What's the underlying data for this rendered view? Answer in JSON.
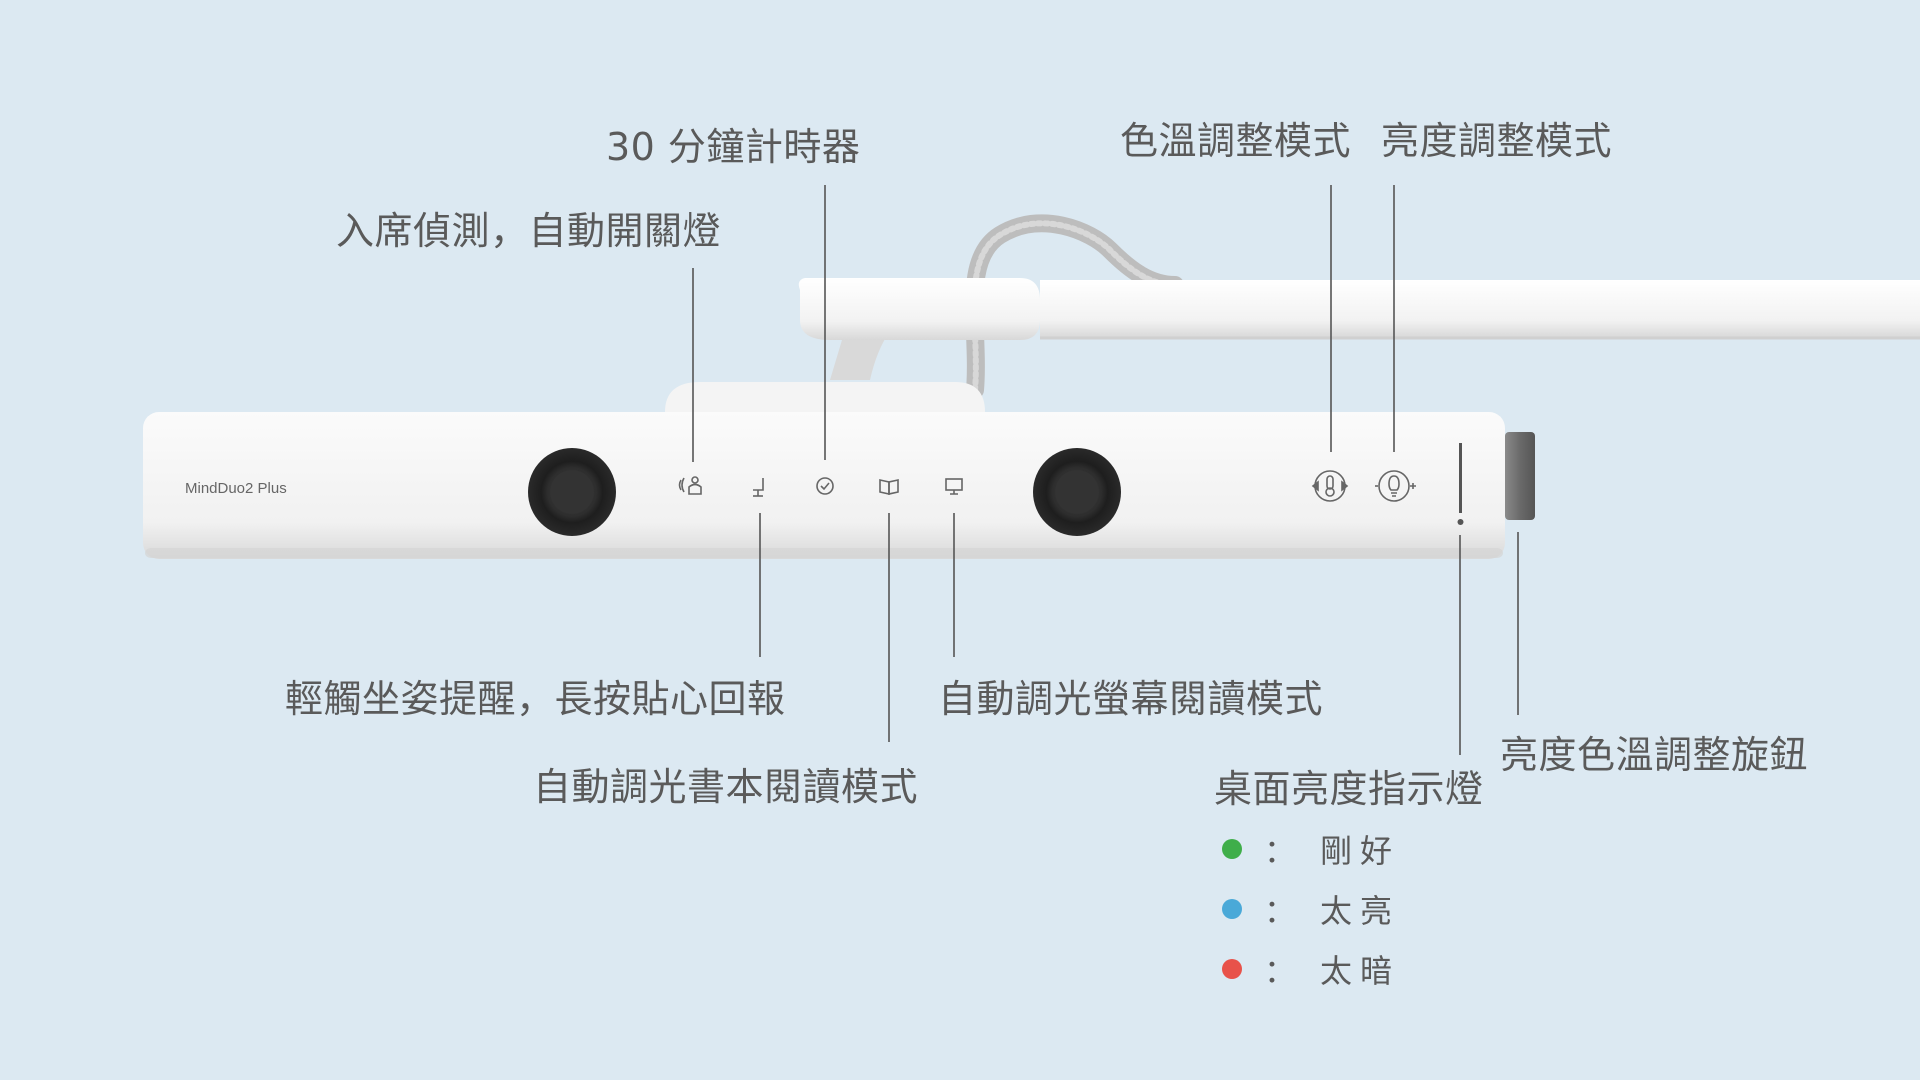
{
  "brand": "MindDuo2 Plus",
  "labels": {
    "timer": "30 分鐘計時器",
    "presence": "入席偵測，自動開關燈",
    "color_temp_mode": "色溫調整模式",
    "brightness_mode": "亮度調整模式",
    "posture": "輕觸坐姿提醒，長按貼心回報",
    "screen_mode": "自動調光螢幕閱讀模式",
    "book_mode": "自動調光書本閱讀模式",
    "indicator": "桌面亮度指示燈",
    "knob": "亮度色溫調整旋鈕"
  },
  "legend": [
    {
      "color": "#3fae4a",
      "colon": "：",
      "text": "剛好"
    },
    {
      "color": "#4aa9d8",
      "colon": "：",
      "text": "太亮"
    },
    {
      "color": "#e8524a",
      "colon": "：",
      "text": "太暗"
    }
  ],
  "icons": {
    "presence": "presence-sensor-icon",
    "posture": "chair-posture-icon",
    "timer": "timer-clock-icon",
    "book": "open-book-icon",
    "screen": "monitor-icon",
    "color_temp": "thermometer-icon",
    "brightness": "lightbulb-icon"
  },
  "colors": {
    "background": "#dce9f2",
    "label_text": "#5a5a5a",
    "lamp_body": "#f3f3f3",
    "knob": "#6f6f6f"
  }
}
